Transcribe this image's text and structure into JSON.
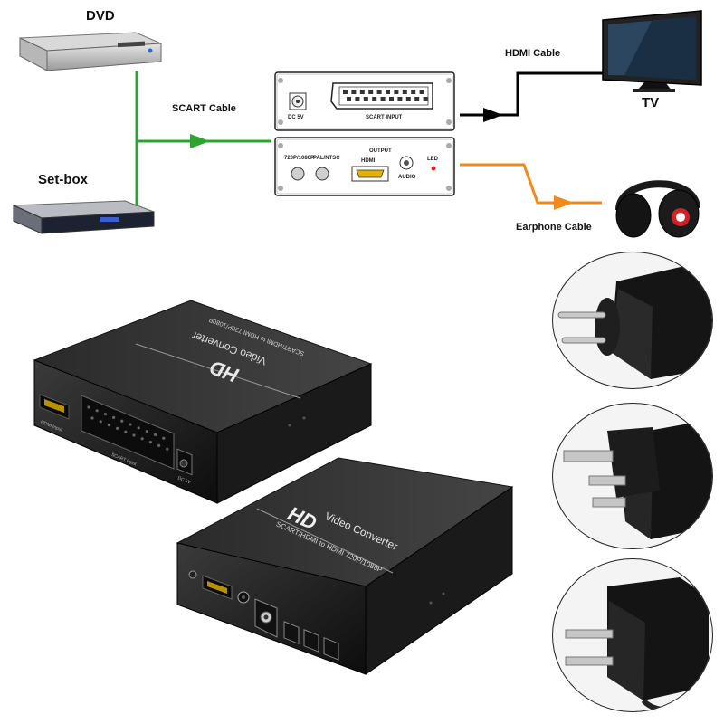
{
  "diagram": {
    "sources": {
      "dvd_label": "DVD",
      "setbox_label": "Set-box"
    },
    "cables": {
      "scart_label": "SCART Cable",
      "hdmi_label": "HDMI Cable",
      "earphone_label": "Earphone Cable"
    },
    "outputs": {
      "tv_label": "TV"
    },
    "converter_panel": {
      "dc_label": "DC 5V",
      "scart_input_label": "SCART INPUT",
      "mode_label": "720P/1080P",
      "palntsc_label": "PAL/NTSC",
      "output_label": "OUTPUT",
      "hdmi_port_label": "HDMI",
      "audio_label": "AUDIO",
      "led_label": "LED"
    },
    "colors": {
      "scart_line": "#2aa52e",
      "earphone_line": "#f08a1c",
      "hdmi_line": "#000000"
    }
  },
  "product": {
    "device_a": {
      "logo": "HD",
      "title": "Video Converter",
      "subtitle": "SCART/HDMI to HDMI 720P/1080P",
      "hdmi_input_label": "HDMI Input",
      "scart_input_label": "SCART Input",
      "dc_label": "DC 5V"
    },
    "device_b": {
      "logo": "HD",
      "title": "Video Converter",
      "subtitle": "SCART/HDMI to HDMI 720P/1080P"
    }
  },
  "adapters": [
    {
      "name": "eu-plug",
      "icon": "eu-plug-icon"
    },
    {
      "name": "uk-plug",
      "icon": "uk-plug-icon"
    },
    {
      "name": "us-plug",
      "icon": "us-plug-icon"
    }
  ]
}
